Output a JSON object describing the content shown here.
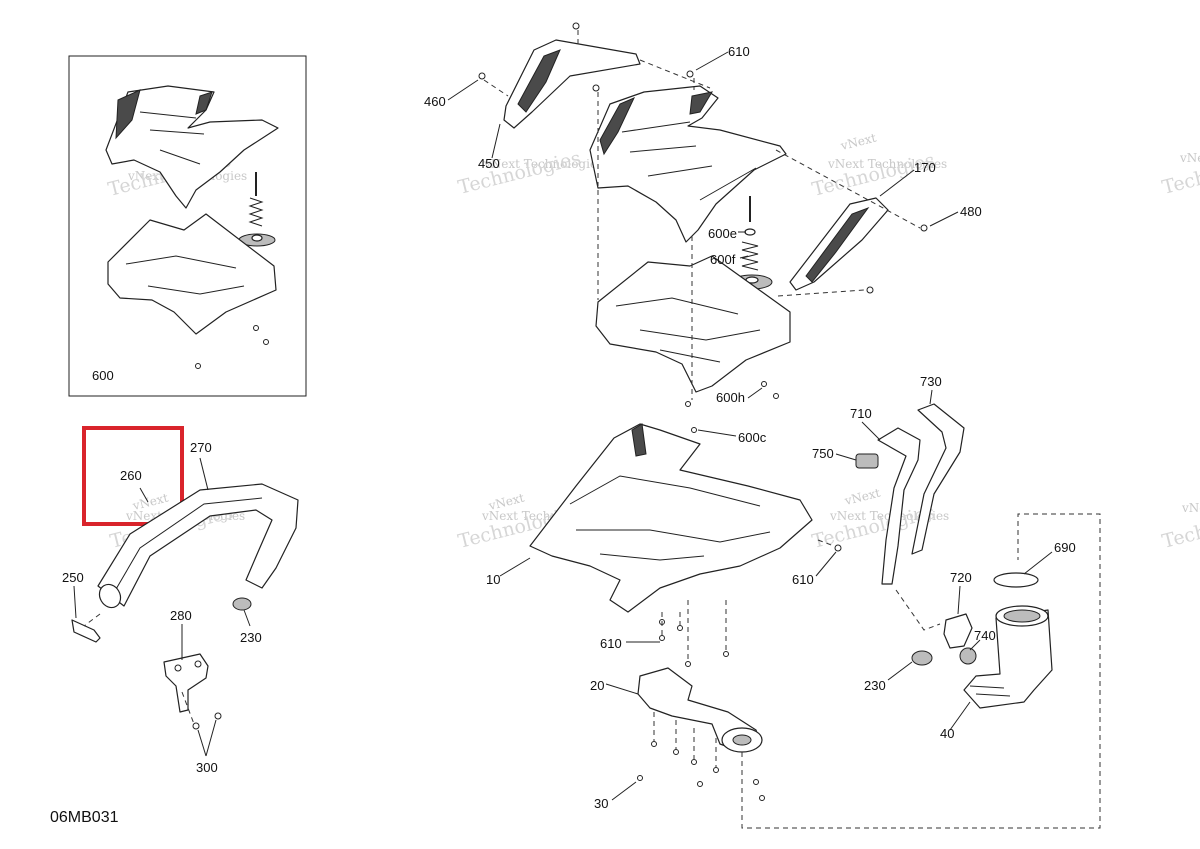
{
  "diagram_code": "06MB031",
  "watermark_text": [
    "vNext Technologies",
    "vNext",
    "Technologies"
  ],
  "highlight_color": "#d9242b",
  "inset": {
    "label": "600"
  },
  "callouts": {
    "c10": "10",
    "c20": "20",
    "c30": "30",
    "c40": "40",
    "c170": "170",
    "c230a": "230",
    "c230b": "230",
    "c250": "250",
    "c260": "260",
    "c270": "270",
    "c280": "280",
    "c300": "300",
    "c450": "450",
    "c460": "460",
    "c480": "480",
    "c600c": "600c",
    "c600e": "600e",
    "c600f": "600f",
    "c600h": "600h",
    "c610a": "610",
    "c610b": "610",
    "c610c": "610",
    "c690": "690",
    "c710": "710",
    "c720": "720",
    "c730": "730",
    "c740": "740",
    "c750": "750"
  }
}
